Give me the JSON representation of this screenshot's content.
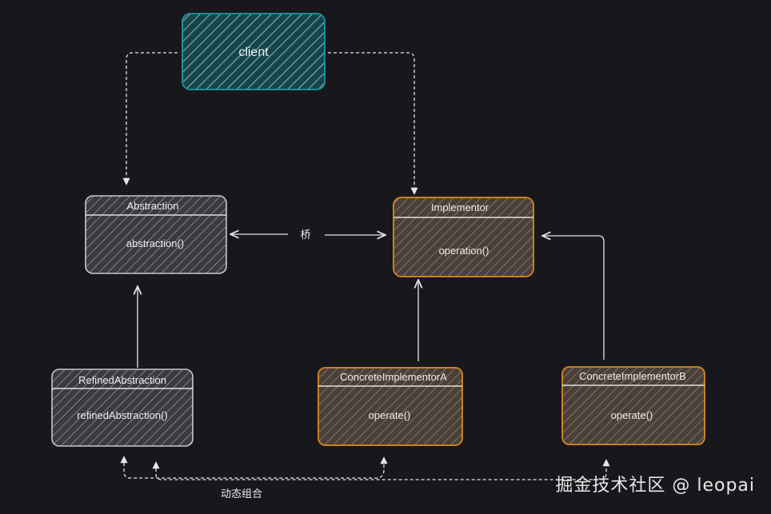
{
  "nodes": {
    "client": {
      "label": "client"
    },
    "abstraction": {
      "title": "Abstraction",
      "method": "abstraction()"
    },
    "implementor": {
      "title": "Implementor",
      "method": "operation()"
    },
    "refined": {
      "title": "RefinedAbstraction",
      "method": "refinedAbstraction()"
    },
    "concreteA": {
      "title": "ConcreteImplementorA",
      "method": "operate()"
    },
    "concreteB": {
      "title": "ConcreteImplementorB",
      "method": "operate()"
    }
  },
  "labels": {
    "bridge": "桥",
    "dynamic": "动态组合"
  },
  "watermark": "掘金技术社区 @ leopai",
  "colors": {
    "background": "#18171c",
    "gray_stroke": "#c8c8c8",
    "orange_stroke": "#c7801f",
    "teal_stroke": "#1c8c95",
    "edge": "#e6e6e6"
  }
}
